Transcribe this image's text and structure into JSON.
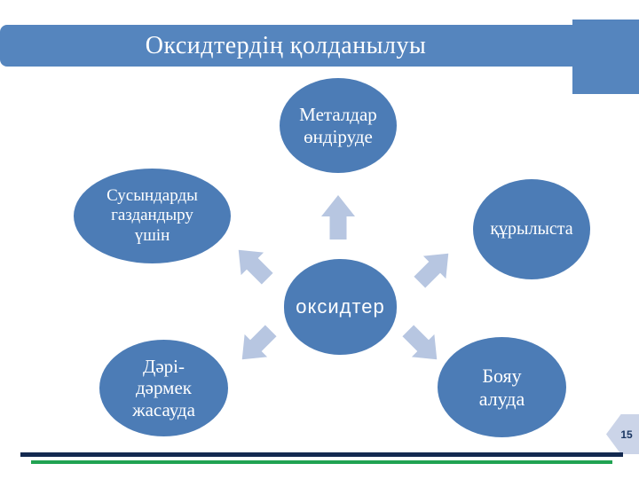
{
  "slide": {
    "title": "Оксидтердің қолданылуы",
    "page_number": "15"
  },
  "diagram": {
    "type": "radial",
    "center_label": "оксидтер",
    "nodes": [
      {
        "position": "top",
        "label": "Металдар\nөндіруде"
      },
      {
        "position": "upper-left",
        "label": "Сусындарды\nгаздандыру\nүшін"
      },
      {
        "position": "upper-right",
        "label": "құрылыста"
      },
      {
        "position": "lower-left",
        "label": "Дәрі-\nдәрмек\nжасауда"
      },
      {
        "position": "lower-right",
        "label": "Бояу\nалуда"
      }
    ],
    "arrow_directions": [
      "up",
      "upper-left",
      "upper-right",
      "lower-left",
      "lower-right"
    ]
  },
  "colors": {
    "title_bar": "#5585BE",
    "decor_block": "#5585BE",
    "node_fill": "#4C7CB6",
    "node_text": "#FFFFFF",
    "arrow_fill": "#B7C6E1",
    "page_flag_fill": "#CBD4E8",
    "page_number_text": "#1B3763",
    "footer_rule_navy": "#132950",
    "footer_rule_green": "#21A352",
    "background": "#FFFFFF"
  }
}
